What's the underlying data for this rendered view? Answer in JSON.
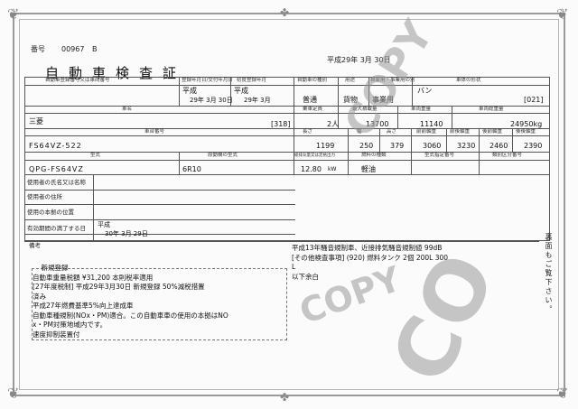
{
  "header": {
    "number_label": "番号",
    "number_value": "00967",
    "number_suffix": "B",
    "title": "自動車検査証",
    "issue_date": "平成29年 3月 30日"
  },
  "row1": {
    "labels": [
      "自動車登録番号又は車両番号",
      "登録年月日/交付年月日",
      "初度登録年月",
      "自動車の種別",
      "用途",
      "自家用・事業用の別",
      "車体の形状"
    ],
    "reg_era": "平成",
    "reg_date": "29年 3月 30日",
    "first_reg_era": "平成",
    "first_reg_date": "29年 3月",
    "type": "普通",
    "use": "貨物",
    "private_business": "事業用",
    "body_shape": "バン",
    "code": "[021]"
  },
  "row2": {
    "labels": [
      "車名",
      "乗車定員",
      "最大積載量",
      "車両重量",
      "車両総重量"
    ],
    "maker": "三菱",
    "maker_code": "[318]",
    "capacity": "2人",
    "max_load": "13700",
    "vehicle_weight": "11140",
    "gross_weight": "24950kg"
  },
  "row3": {
    "labels": [
      "車台番号",
      "長さ",
      "幅",
      "高さ",
      "前前軸重",
      "前後軸重",
      "後前軸重",
      "後後軸重"
    ],
    "chassis": "FS64VZ-522",
    "length": "1199",
    "width": "250",
    "height": "379",
    "ff_axle": "3060",
    "fr_axle": "3230",
    "rf_axle": "2460",
    "rr_axle": "2390"
  },
  "row4": {
    "labels": [
      "型式",
      "原動機の型式",
      "総排気量又は定格出力",
      "燃料の種類",
      "型式指定番号",
      "類別区分番号"
    ],
    "model": "QPG-FS64VZ",
    "engine": "6R10",
    "displacement": "12.80",
    "displacement_unit": "kW",
    "fuel": "軽油"
  },
  "owner_rows": [
    "使用者の氏名又は名称",
    "使用者の住所",
    "使用の本拠の位置"
  ],
  "expiry": {
    "label": "有効期間の満了する日",
    "era": "平成",
    "date": "30年 3月 29日"
  },
  "remarks_label": "備考",
  "remarks_right": "平成13年騒音規制車、近接排気騒音規制値 99dB\n[その他検査事項] (920) 燃料タンク 2個 200L 300\nL\n以下余白",
  "remarks_left": "    新規登録\n自動車重量税額 ¥31,200 本則税率適用\n[27年度税制] 平成29年3月30日 新規登録 50%減税措置\n済み\n平成27年燃費基準5%向上達成車\n自動車種規制(NOx・PM)適合。この自動車車の使用の本拠はNO\nx・PM対策地域内です。\n速度抑制装置付",
  "side_note": "裏面もご覧下さい。",
  "watermark": [
    "COPY",
    "CO",
    "COPY"
  ]
}
